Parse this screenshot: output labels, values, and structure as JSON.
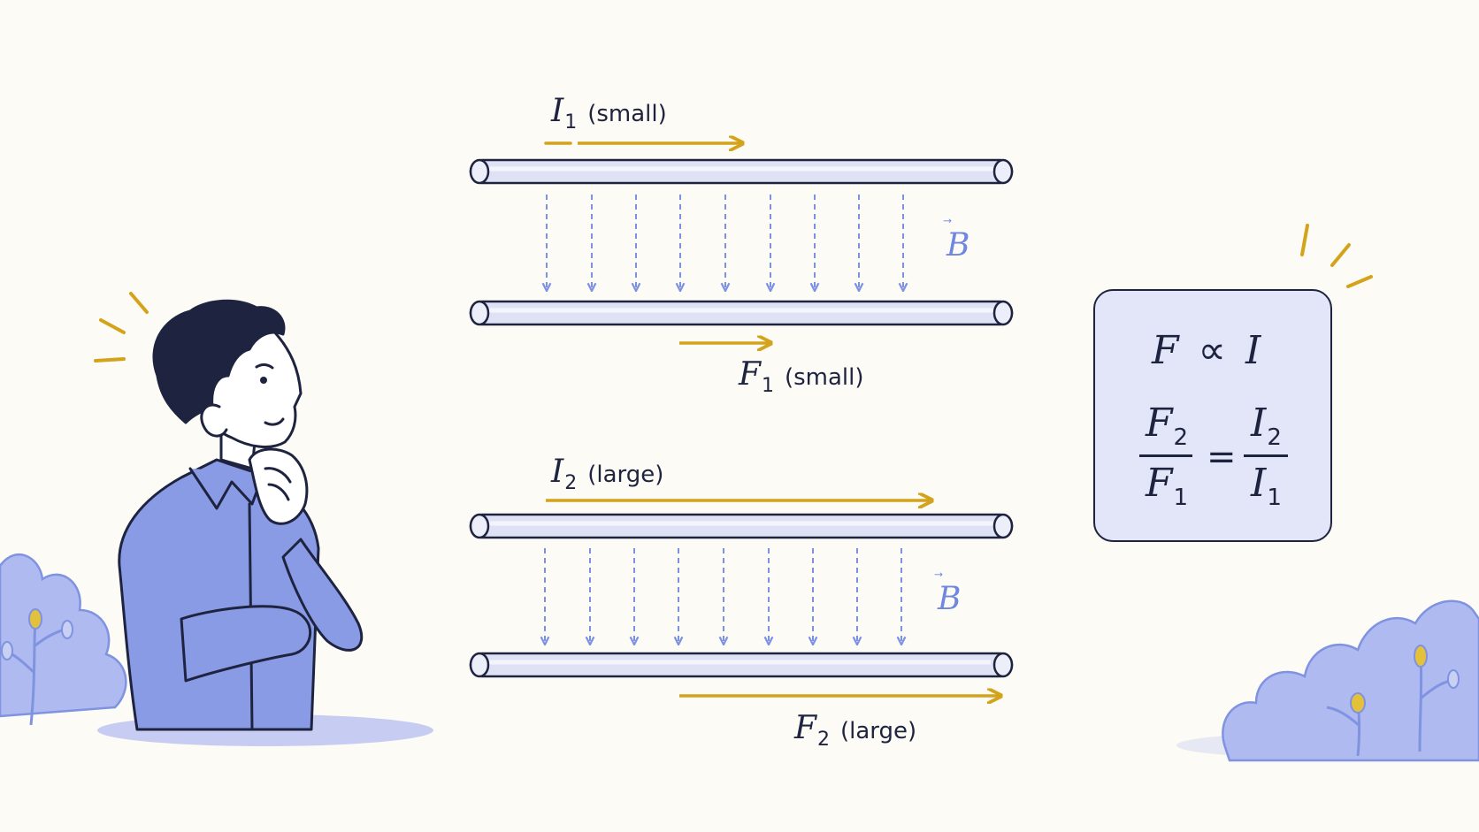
{
  "diagram": {
    "top_pair": {
      "current_symbol": "I",
      "current_sub": "1",
      "current_note": "(small)",
      "force_symbol": "F",
      "force_sub": "1",
      "force_note": "(small)",
      "field_label": "B"
    },
    "bottom_pair": {
      "current_symbol": "I",
      "current_sub": "2",
      "current_note": "(large)",
      "force_symbol": "F",
      "force_sub": "2",
      "force_note": "(large)",
      "field_label": "B"
    },
    "formula": {
      "line1_left": "F",
      "line1_op": "∝",
      "line1_right": "I",
      "num_left": "F",
      "num_left_sub": "2",
      "den_left": "F",
      "den_left_sub": "1",
      "equals": "=",
      "num_right": "I",
      "num_right_sub": "2",
      "den_right": "I",
      "den_right_sub": "1"
    },
    "colors": {
      "background": "#fcfbf6",
      "ink": "#1e2340",
      "current_arrow": "#d4a31c",
      "field_arrow": "#7b92e0",
      "conductor": "#dfe2f4",
      "person_shirt": "#8a9be6",
      "formula_box": "#e3e6f8"
    },
    "icons": [
      "thinking-person-illustration",
      "bush-left",
      "bush-right",
      "sparkle-lines"
    ]
  }
}
